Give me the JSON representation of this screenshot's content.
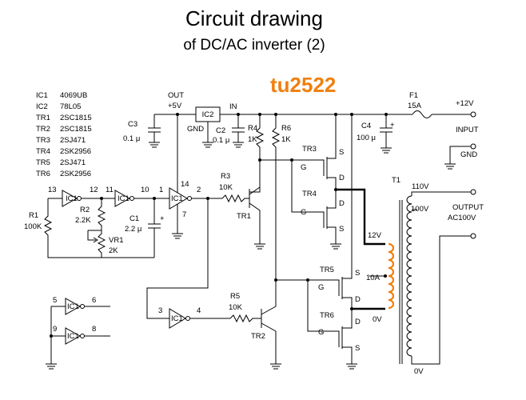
{
  "header": {
    "title": "Circuit drawing",
    "subtitle": "of DC/AC inverter (2)",
    "watermark": "tu2522",
    "watermark_color": "#f08010"
  },
  "parts_list": [
    {
      "ref": "IC1",
      "part": "4069UB"
    },
    {
      "ref": "IC2",
      "part": "78L05"
    },
    {
      "ref": "TR1",
      "part": "2SC1815"
    },
    {
      "ref": "TR2",
      "part": "2SC1815"
    },
    {
      "ref": "TR3",
      "part": "2SJ471"
    },
    {
      "ref": "TR4",
      "part": "2SK2956"
    },
    {
      "ref": "TR5",
      "part": "2SJ471"
    },
    {
      "ref": "TR6",
      "part": "2SK2956"
    }
  ],
  "labels": {
    "out": "OUT",
    "out_v": "+5V",
    "ic2": "IC2",
    "ic2_gnd": "GND",
    "ic2_in": "IN",
    "c3": "C3",
    "c3_val": "0.1 μ",
    "c2": "C2",
    "c2_val": "0.1 μ",
    "r4": "R4",
    "r4_val": "1K",
    "r6": "R6",
    "r6_val": "1K",
    "f1": "F1",
    "f1_val": "15A",
    "plus12": "+12V",
    "input": "INPUT",
    "gnd": "GND",
    "c4": "C4",
    "c4_val": "100 μ",
    "plus": "+",
    "t1": "T1",
    "v110": "110V",
    "v100": "100V",
    "output": "OUTPUT",
    "output_v": "AC100V",
    "v12": "12V",
    "a10": "10A",
    "v0a": "0V",
    "v0b": "0V",
    "tr3": "TR3",
    "tr4": "TR4",
    "tr5": "TR5",
    "tr6": "TR6",
    "tr1": "TR1",
    "tr2": "TR2",
    "g": "G",
    "s": "S",
    "d": "D",
    "r1": "R1",
    "r1_val": "100K",
    "r2": "R2",
    "r2_val": "2.2K",
    "vr1": "VR1",
    "vr1_val": "2K",
    "c1": "C1",
    "c1_val": "2.2 μ",
    "r3": "R3",
    "r3_val": "10K",
    "r5": "R5",
    "r5_val": "10K",
    "ic1": "IC1",
    "n13": "13",
    "n12": "12",
    "n11": "11",
    "n10": "10",
    "n1": "1",
    "n2": "2",
    "n14": "14",
    "n7": "7",
    "n3": "3",
    "n4": "4",
    "n5": "5",
    "n6": "6",
    "n9": "9",
    "n8": "8"
  }
}
